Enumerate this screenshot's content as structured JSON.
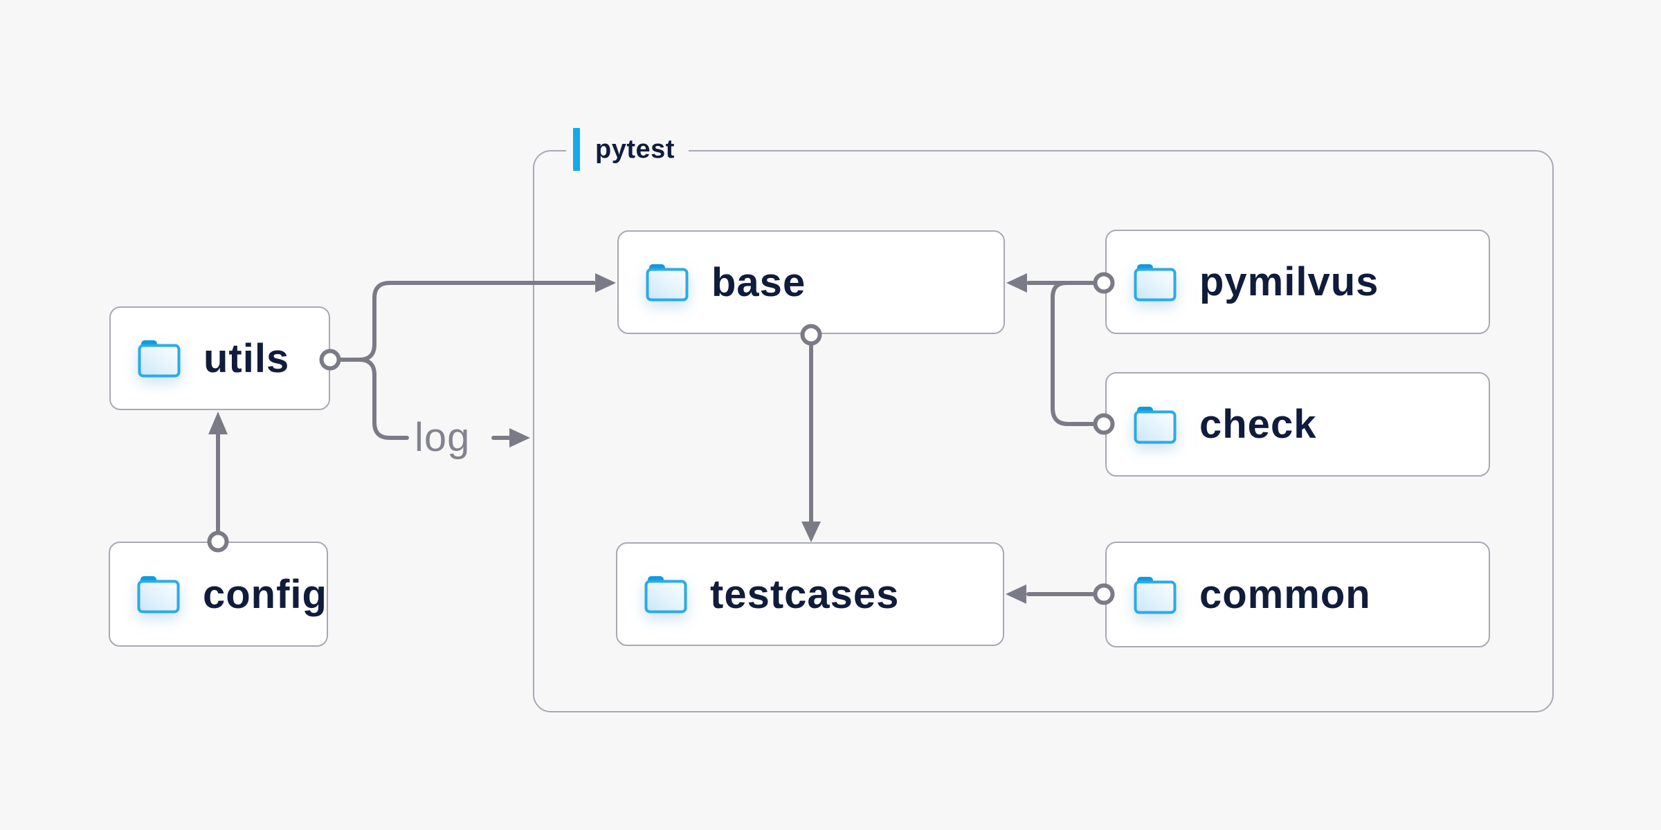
{
  "background_color": "#f7f7f8",
  "container": {
    "label": "pytest",
    "accent_color": "#14a9e9"
  },
  "nodes": {
    "utils": {
      "label": "utils",
      "icon": "folder-icon"
    },
    "config": {
      "label": "config",
      "icon": "folder-icon"
    },
    "base": {
      "label": "base",
      "icon": "folder-icon"
    },
    "pymilvus": {
      "label": "pymilvus",
      "icon": "folder-icon"
    },
    "check": {
      "label": "check",
      "icon": "folder-icon"
    },
    "testcases": {
      "label": "testcases",
      "icon": "folder-icon"
    },
    "common": {
      "label": "common",
      "icon": "folder-icon"
    }
  },
  "edge_label": {
    "text": "log"
  },
  "edges": [
    {
      "from": "config",
      "to": "utils"
    },
    {
      "from": "utils",
      "to": "base"
    },
    {
      "from": "utils",
      "to": "pytest-container",
      "label": "log"
    },
    {
      "from": "pymilvus",
      "to": "base"
    },
    {
      "from": "check",
      "to": "base"
    },
    {
      "from": "base",
      "to": "testcases"
    },
    {
      "from": "common",
      "to": "testcases"
    }
  ],
  "colors": {
    "node_fill": "#ffffff",
    "node_border": "#a8a8b4",
    "connector_gray": "#7b7b87",
    "node_text": "#101c3b",
    "edge_label_text": "#83838e",
    "folder_blue": "#2aaae9"
  }
}
